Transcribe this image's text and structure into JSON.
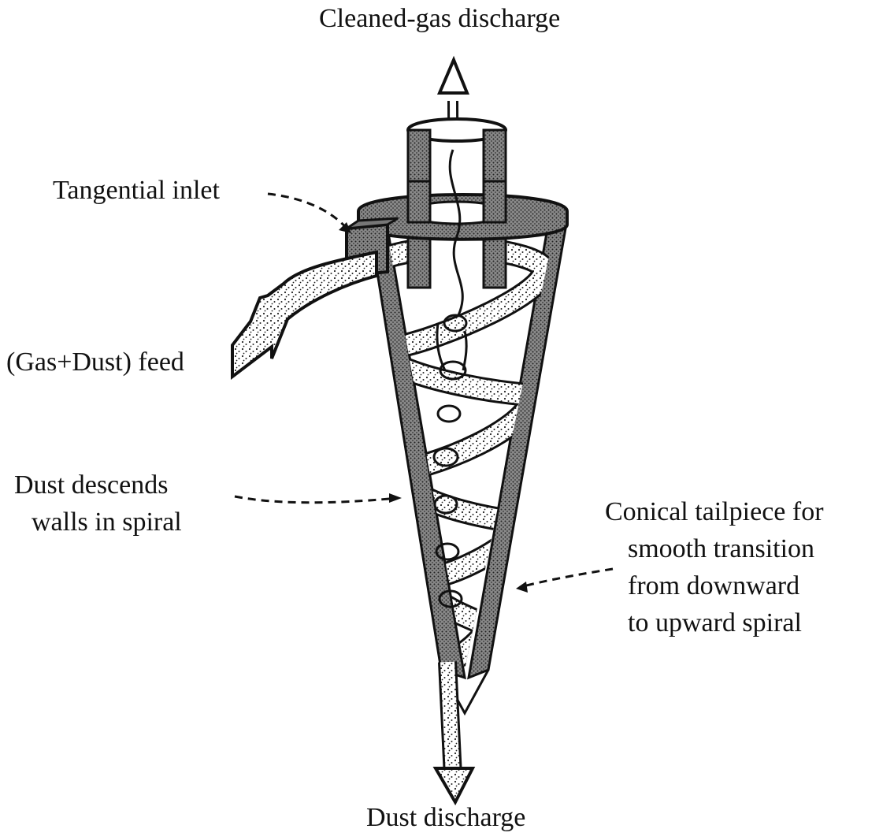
{
  "labels": {
    "cleaned_gas": "Cleaned-gas discharge",
    "tangential_inlet": "Tangential inlet",
    "feed": "(Gas+Dust) feed",
    "dust_descends_1": "Dust descends",
    "dust_descends_2": "walls in spiral",
    "conical_1": "Conical tailpiece for",
    "conical_2": "smooth transition",
    "conical_3": "from downward",
    "conical_4": "to upward spiral",
    "dust_discharge": "Dust discharge"
  }
}
